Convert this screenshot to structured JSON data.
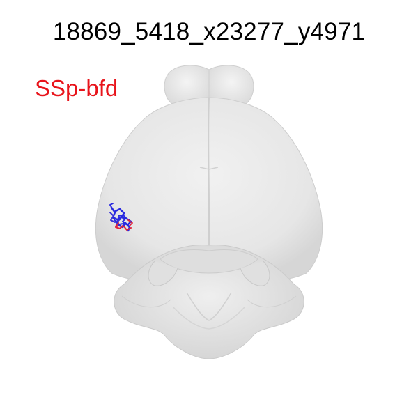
{
  "figure": {
    "title": "18869_5418_x23277_y4971",
    "region_label": "SSp-bfd"
  },
  "colors": {
    "region_label": "#e8141b",
    "brain_fill": "#e9e9e9",
    "brain_shade": "#d2d2d2",
    "trace_primary": "#2a2ae0",
    "trace_secondary": "#e0243a"
  },
  "icons": {
    "brain": "brain-dorsal-view",
    "trace": "neuron-trace"
  }
}
